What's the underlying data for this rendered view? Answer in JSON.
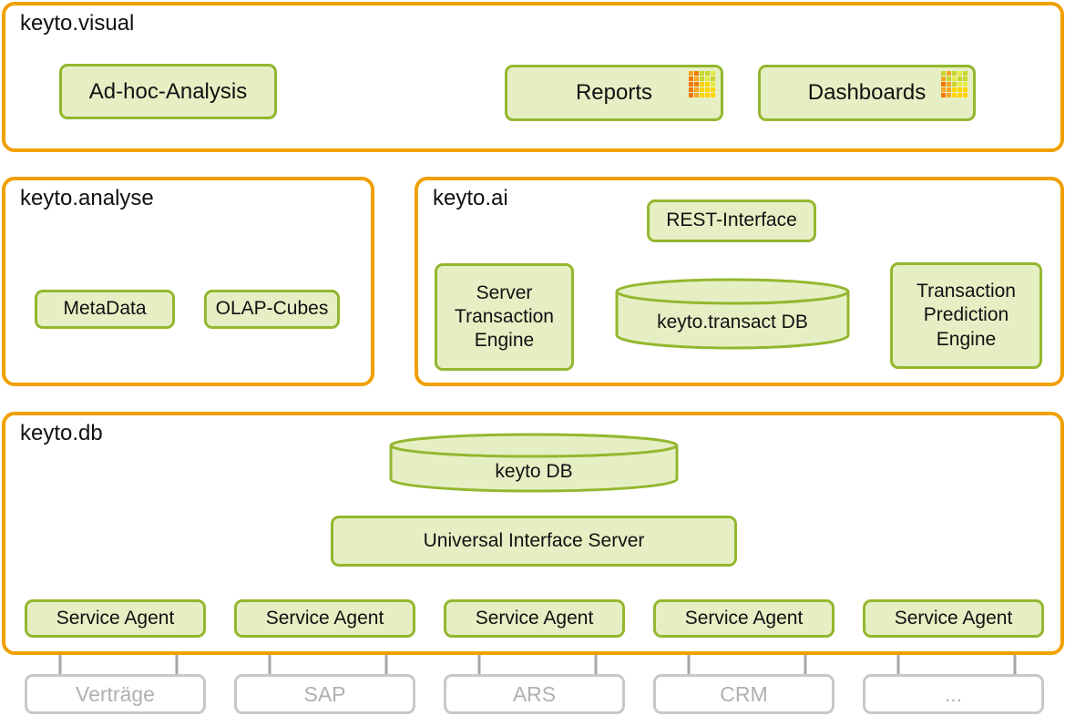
{
  "visual": {
    "title": "keyto.visual",
    "adhoc": "Ad-hoc-Analysis",
    "reports": "Reports",
    "reports_icon": "grid-chart-icon",
    "dashboards": "Dashboards",
    "dashboards_icon": "grid-chart-icon"
  },
  "analyse": {
    "title": "keyto.analyse",
    "metadata": "MetaData",
    "olap": "OLAP-Cubes"
  },
  "ai": {
    "title": "keyto.ai",
    "rest": "REST-Interface",
    "server_engine": "Server\nTransaction\nEngine",
    "transact_db": "keyto.transact DB",
    "prediction_engine": "Transaction\nPrediction\nEngine"
  },
  "db": {
    "title": "keyto.db",
    "keyto_db": "keyto DB",
    "uis": "Universal Interface Server",
    "agents": [
      "Service Agent",
      "Service Agent",
      "Service Agent",
      "Service Agent",
      "Service Agent"
    ]
  },
  "sources": [
    "Verträge",
    "SAP",
    "ARS",
    "CRM",
    "..."
  ],
  "colors": {
    "panel_border": "#f0a000",
    "box_fill": "#e6efc4",
    "box_border": "#93b72f",
    "connector": "#a6a6a6",
    "source_border": "#c8c8c8",
    "source_text": "#b0b0b0",
    "icon_palette": [
      "#f07800",
      "#f5a623",
      "#c8d62b",
      "#e8e84a",
      "#ffd400"
    ]
  }
}
